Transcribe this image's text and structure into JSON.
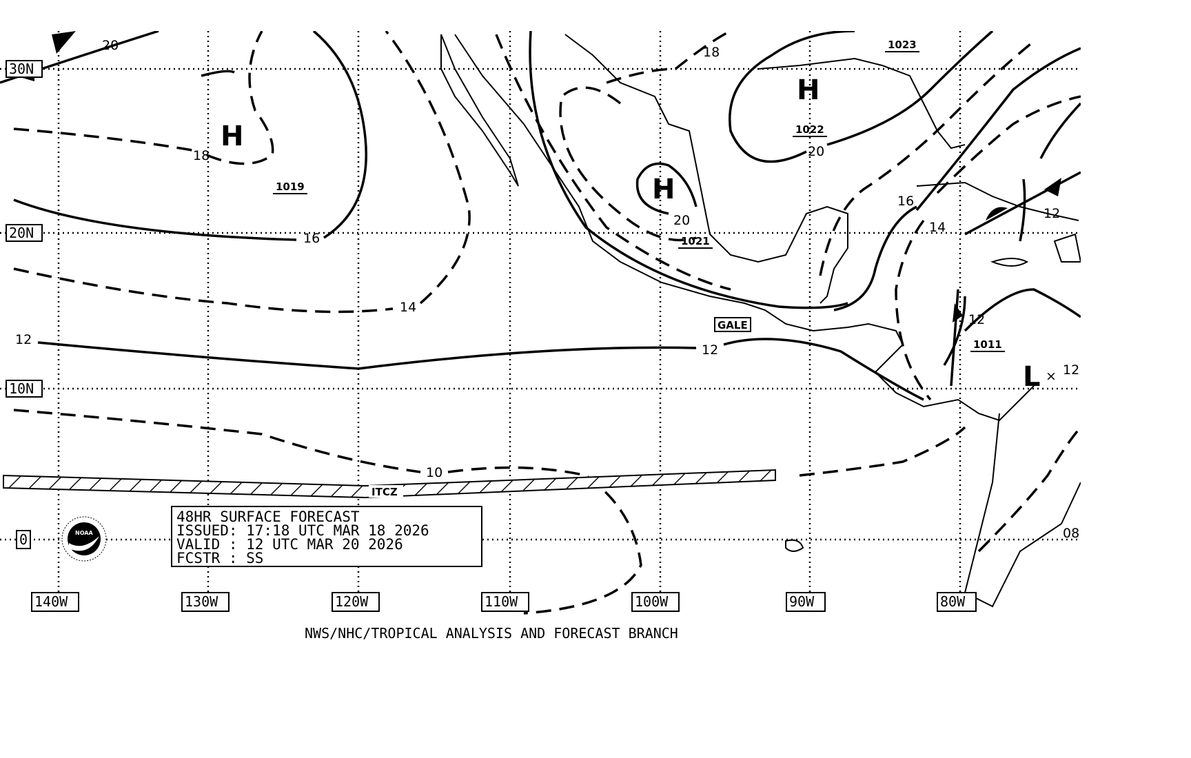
{
  "lat_labels": {
    "n30": "30N",
    "n20": "20N",
    "n10": "10N",
    "eq": "0"
  },
  "lon_labels": [
    "140W",
    "130W",
    "120W",
    "110W",
    "100W",
    "90W",
    "80W"
  ],
  "isobar_labels": {
    "i20a": "20",
    "i18a": "18",
    "i18b": "18",
    "i16": "16",
    "i14": "14",
    "i12a": "12",
    "i12b": "12",
    "i10": "10",
    "i20b": "20",
    "i20c": "20",
    "i16b": "16",
    "i14b": "14",
    "i12c": "12",
    "i12d": "12",
    "i12e": "12",
    "i08": "08"
  },
  "pressure_centers": {
    "p1019": "1019",
    "p1021": "1021",
    "p1022": "1022",
    "p1023": "1023",
    "p1011": "1011"
  },
  "systems": {
    "high": "H",
    "low": "L"
  },
  "gale": "GALE",
  "itcz": "ITCZ",
  "info_box": {
    "title": "48HR SURFACE FORECAST",
    "issued": "ISSUED: 17:18 UTC MAR 18 2026",
    "valid": "VALID : 12 UTC MAR 20 2026",
    "forecaster": "FCSTR : SS"
  },
  "logo_text": "NOAA",
  "footer": "NWS/NHC/TROPICAL ANALYSIS AND FORECAST BRANCH"
}
